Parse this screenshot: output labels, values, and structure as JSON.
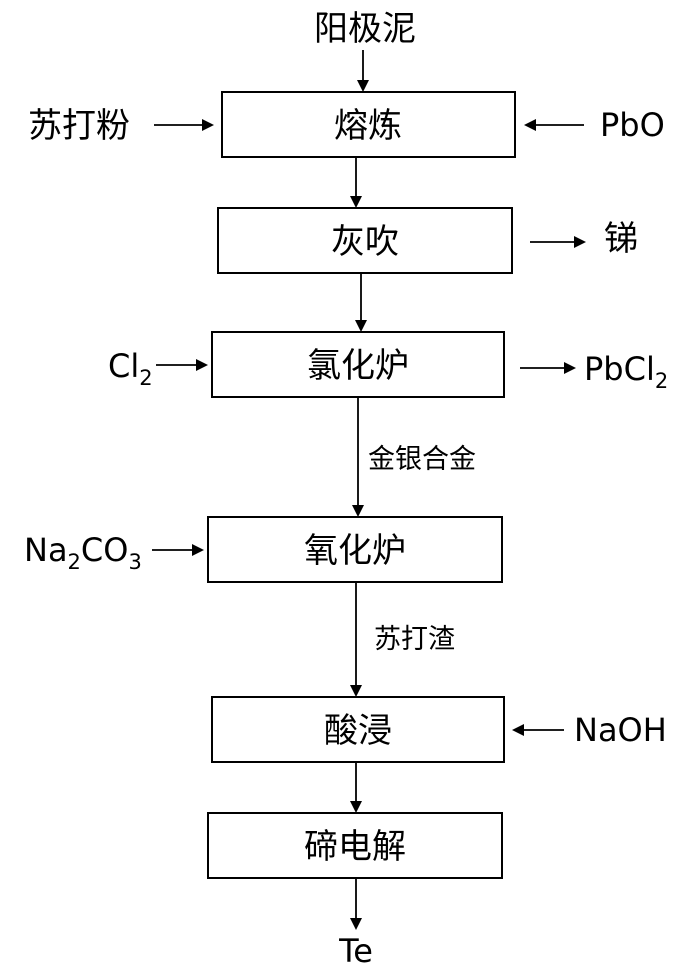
{
  "source_label": "阳极泥",
  "steps": {
    "smelting": "熔炼",
    "cupellation": "灰吹",
    "chlorination": "氯化炉",
    "oxidation": "氧化炉",
    "acid_leach": "酸浸",
    "electrolysis": "碲电解"
  },
  "inputs": {
    "soda_powder": "苏打粉",
    "pbo": "PbO",
    "cl2_base": "Cl",
    "cl2_sub": "2",
    "na2co3": {
      "p1": "Na",
      "s1": "2",
      "p2": "CO",
      "s2": "3"
    },
    "naoh": "NaOH"
  },
  "outputs": {
    "antimony": "锑",
    "pbcl2_base": "PbCl",
    "pbcl2_sub": "2",
    "product": "Te"
  },
  "intermediates": {
    "gold_silver_alloy": "金银合金",
    "soda_slag": "苏打渣"
  }
}
